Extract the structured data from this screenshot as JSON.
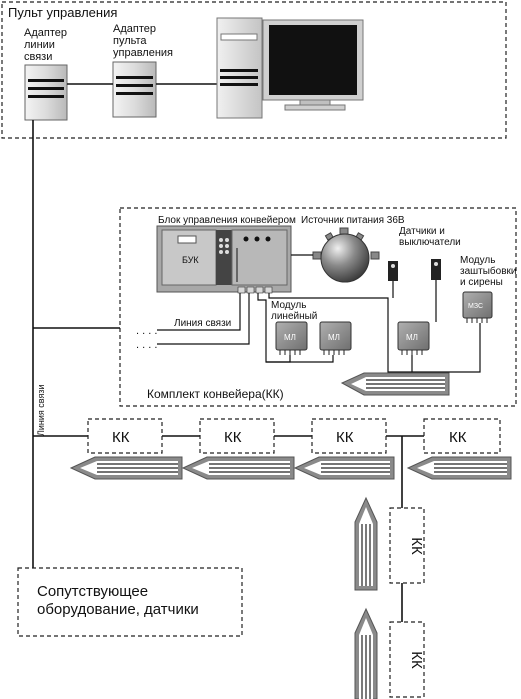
{
  "control_panel": {
    "title": "Пульт управления",
    "comm_adapter_label": [
      "Адаптер",
      "линии",
      "связи"
    ],
    "panel_adapter_label": [
      "Адаптер",
      "пульта",
      "управления"
    ]
  },
  "conveyor_kit": {
    "control_unit_label": "Блок управления конвейером",
    "buk_label": "БУК",
    "power_supply_label": "Источник питания 36В",
    "sensors_label": [
      "Датчики и",
      "выключатели"
    ],
    "locking_module_label": [
      "Модуль",
      "заштыбовки",
      "и сирены"
    ],
    "mzs_label": "МЗС",
    "line_module_label": [
      "Модуль",
      "линейный"
    ],
    "ml_label": "МЛ",
    "comm_line_label": "Линия связи",
    "dots": ". . . .",
    "kit_title": "Комплект конвейера(КК)"
  },
  "main_line_label": "Линия связи",
  "kk_label": "КК",
  "aux_equipment": [
    "Сопутствующее",
    "оборудование, датчики"
  ]
}
